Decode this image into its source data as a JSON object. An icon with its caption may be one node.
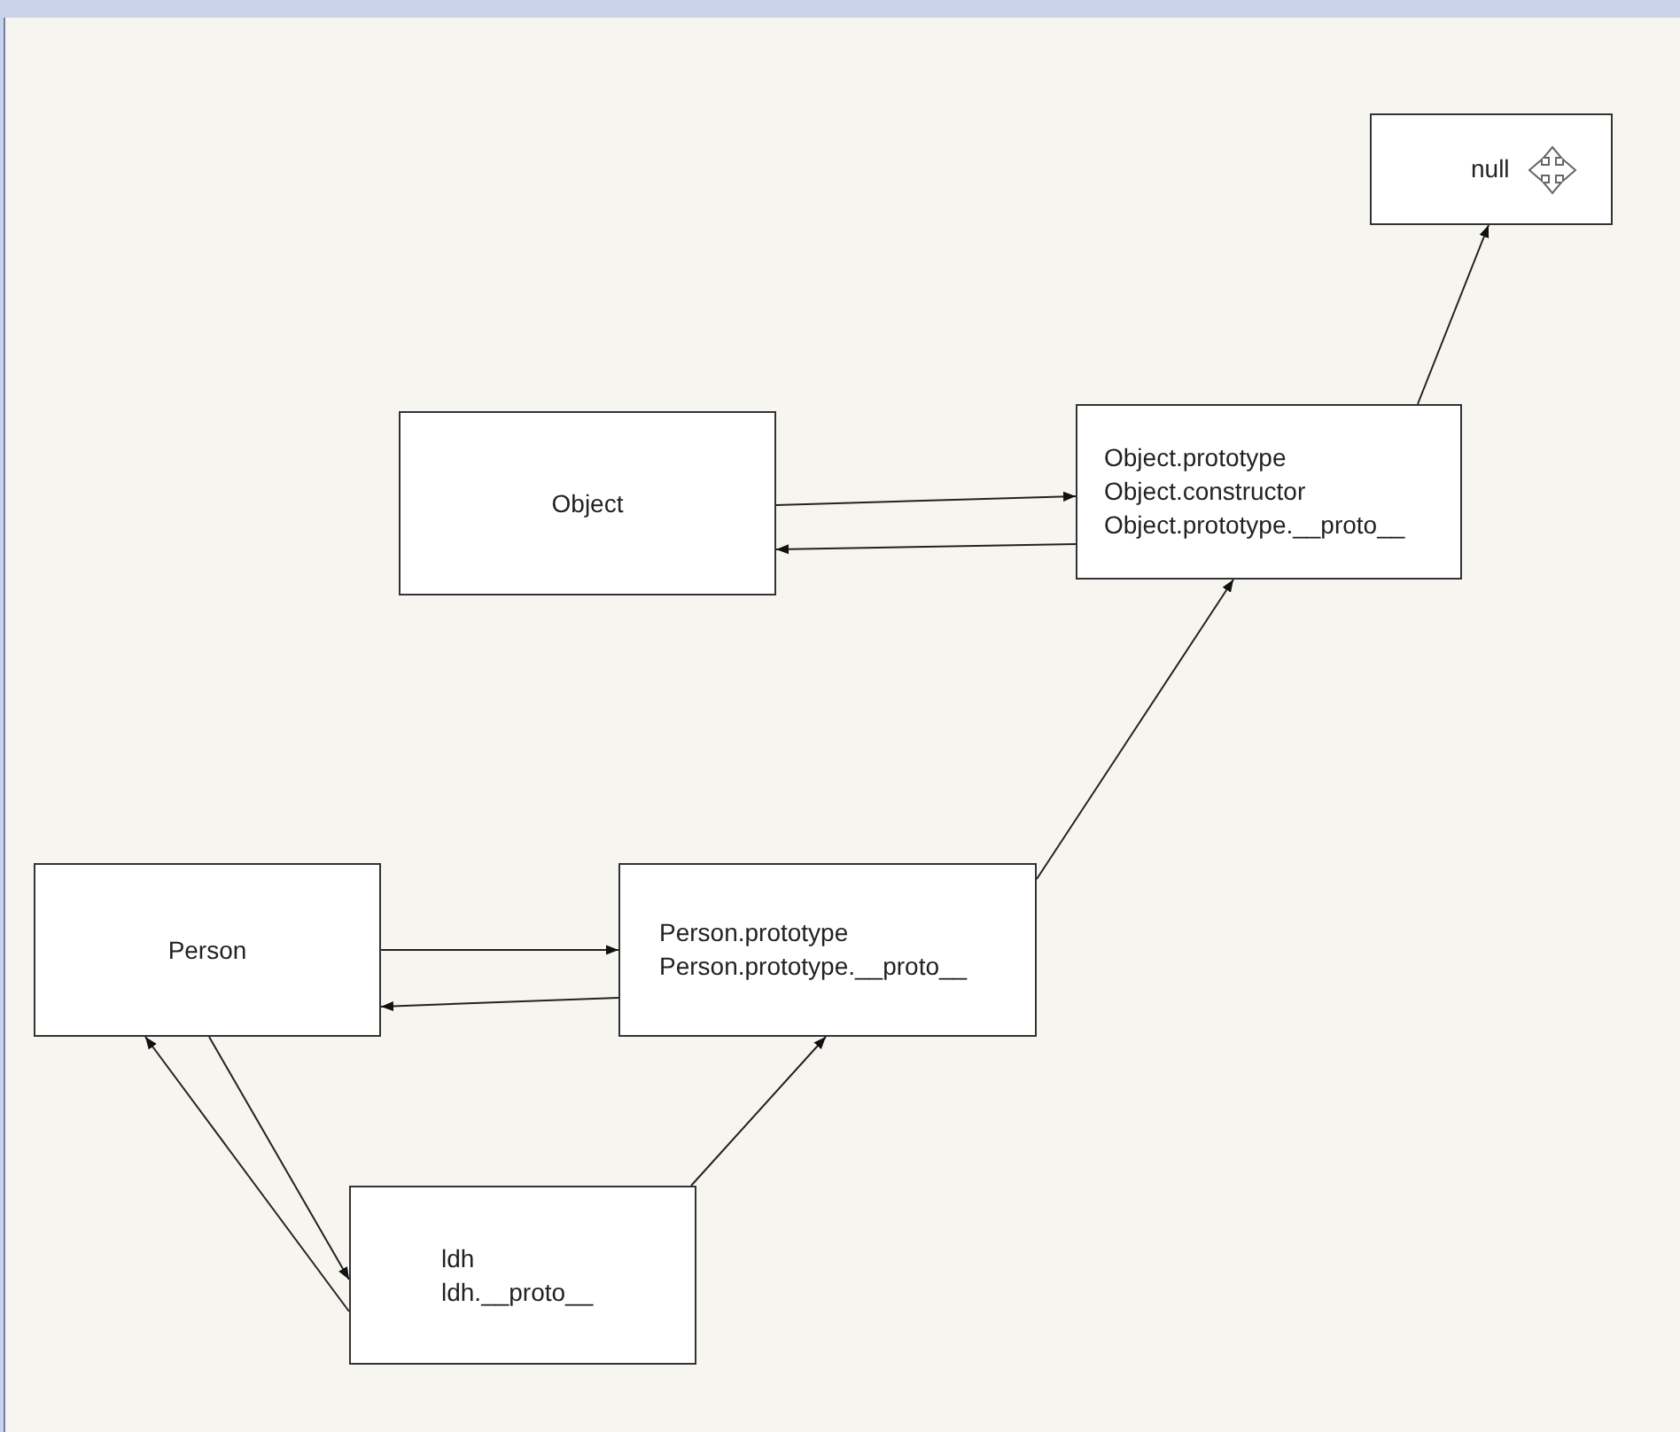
{
  "diagram": {
    "nodes": [
      {
        "text": [
          "null"
        ]
      },
      {
        "text": [
          "Object"
        ]
      },
      {
        "text": [
          "Object.prototype",
          "Object.constructor",
          "Object.prototype.__proto__"
        ]
      },
      {
        "text": [
          "Person"
        ]
      },
      {
        "text": [
          "Person.prototype",
          "Person.prototype.__proto__"
        ]
      },
      {
        "text": [
          "ldh",
          "ldh.__proto__"
        ]
      }
    ],
    "edges": [
      {
        "from": 1,
        "to": 2,
        "arrow": "to"
      },
      {
        "from": 2,
        "to": 1,
        "arrow": "to"
      },
      {
        "from": 2,
        "to": 0,
        "arrow": "to"
      },
      {
        "from": 3,
        "to": 4,
        "arrow": "to"
      },
      {
        "from": 4,
        "to": 3,
        "arrow": "to"
      },
      {
        "from": 4,
        "to": 2,
        "arrow": "to"
      },
      {
        "from": 3,
        "to": 5,
        "arrow": "to"
      },
      {
        "from": 5,
        "to": 3,
        "arrow": "to"
      },
      {
        "from": 5,
        "to": 4,
        "arrow": "to"
      }
    ]
  }
}
